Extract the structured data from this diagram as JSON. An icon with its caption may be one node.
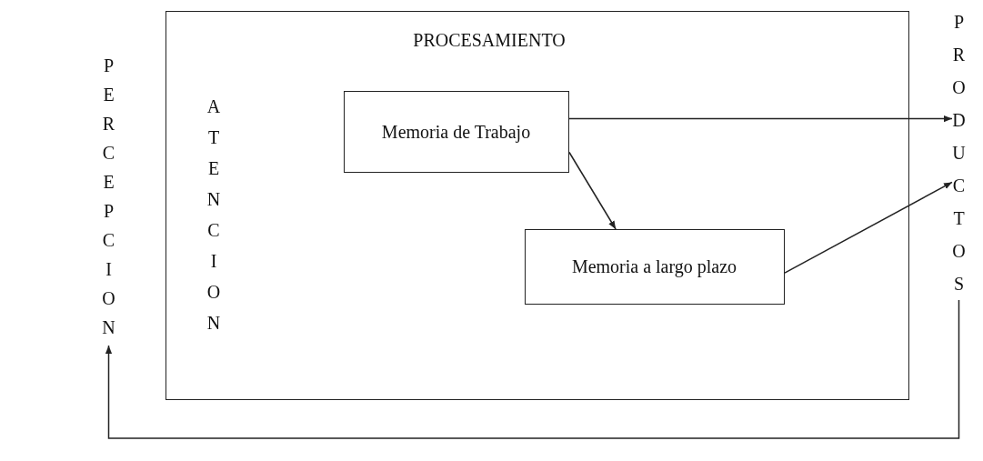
{
  "diagram": {
    "nodes": [
      {
        "text": [
          "PERCEPCION"
        ]
      },
      {
        "text": [
          "PROCESAMIENTO"
        ]
      },
      {
        "text": [
          "ATENCION"
        ],
        "in": 1
      },
      {
        "text": [
          "Memoria de Trabajo"
        ],
        "in": 1
      },
      {
        "text": [
          "Memoria a largo plazo"
        ],
        "in": 1
      },
      {
        "text": [
          "PRODUCTOS"
        ]
      }
    ],
    "edges": [
      {
        "from": 3,
        "to": 5,
        "arrow": "to"
      },
      {
        "from": 3,
        "to": 4,
        "arrow": "to"
      },
      {
        "from": 4,
        "to": 5,
        "arrow": "to"
      },
      {
        "from": 5,
        "to": 0,
        "arrow": "to"
      }
    ]
  }
}
